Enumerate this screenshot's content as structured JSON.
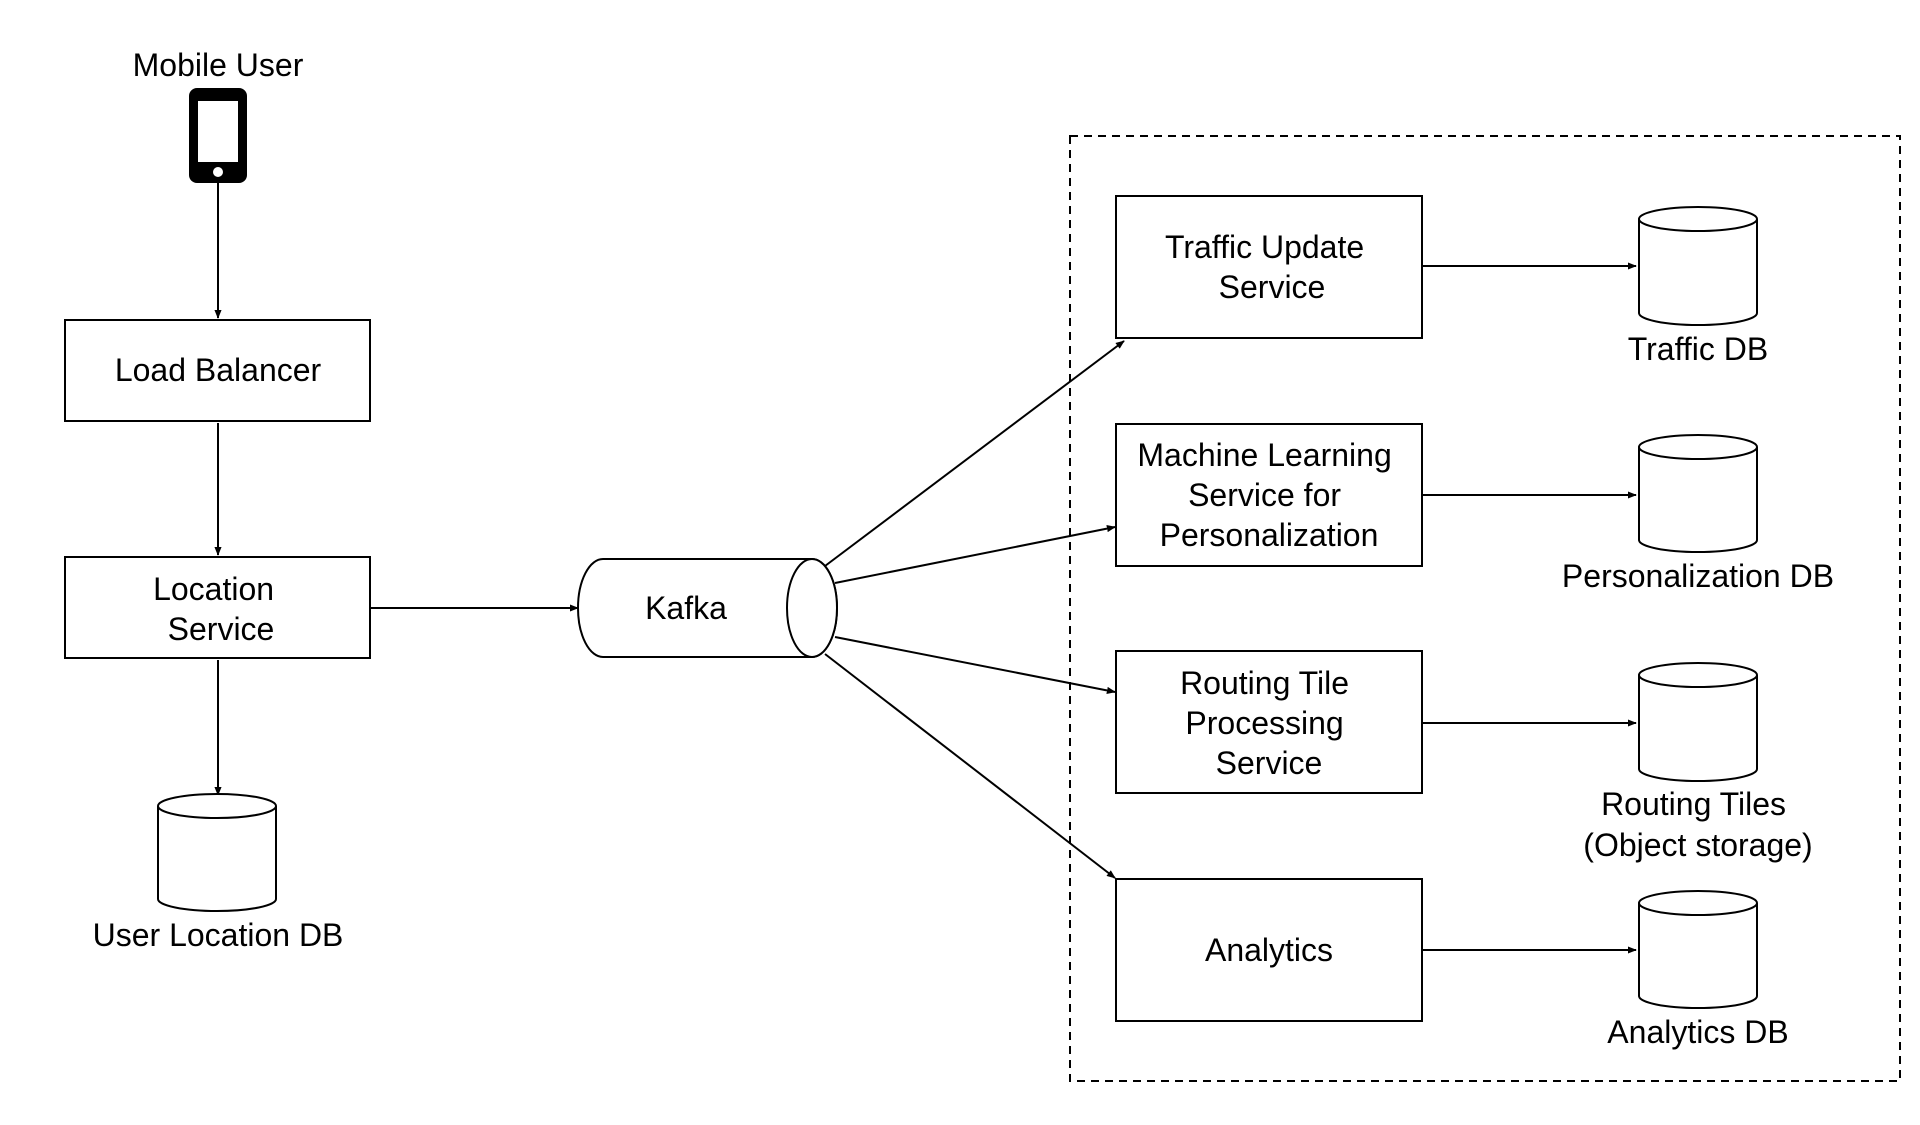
{
  "nodes": {
    "mobile_user": {
      "label": "Mobile User"
    },
    "load_balancer": {
      "label": "Load Balancer"
    },
    "location_service": {
      "lines": [
        "Location",
        "Service"
      ]
    },
    "user_location_db": {
      "label": "User Location DB"
    },
    "kafka": {
      "label": "Kafka"
    },
    "traffic_update_service": {
      "lines": [
        "Traffic Update",
        "Service"
      ]
    },
    "ml_personalization_service": {
      "lines": [
        "Machine Learning",
        "Service for",
        "Personalization"
      ]
    },
    "routing_tile_processing_service": {
      "lines": [
        "Routing Tile",
        "Processing",
        "Service"
      ]
    },
    "analytics": {
      "label": "Analytics"
    },
    "traffic_db": {
      "label": "Traffic DB"
    },
    "personalization_db": {
      "label": "Personalization DB"
    },
    "routing_tiles_storage": {
      "lines": [
        "Routing Tiles",
        "(Object storage)"
      ]
    },
    "analytics_db": {
      "label": "Analytics DB"
    }
  },
  "edges": [
    {
      "from": "Mobile User",
      "to": "Load Balancer"
    },
    {
      "from": "Load Balancer",
      "to": "Location Service"
    },
    {
      "from": "Location Service",
      "to": "User Location DB"
    },
    {
      "from": "Location Service",
      "to": "Kafka"
    },
    {
      "from": "Kafka",
      "to": "Traffic Update Service"
    },
    {
      "from": "Kafka",
      "to": "Machine Learning Service for Personalization"
    },
    {
      "from": "Kafka",
      "to": "Routing Tile Processing Service"
    },
    {
      "from": "Kafka",
      "to": "Analytics"
    },
    {
      "from": "Traffic Update Service",
      "to": "Traffic DB"
    },
    {
      "from": "Machine Learning Service for Personalization",
      "to": "Personalization DB"
    },
    {
      "from": "Routing Tile Processing Service",
      "to": "Routing Tiles (Object storage)"
    },
    {
      "from": "Analytics",
      "to": "Analytics DB"
    }
  ],
  "icons": {
    "mobile_user": "smartphone-icon",
    "databases": "database-cylinder-icon",
    "kafka": "queue-cylinder-icon"
  }
}
